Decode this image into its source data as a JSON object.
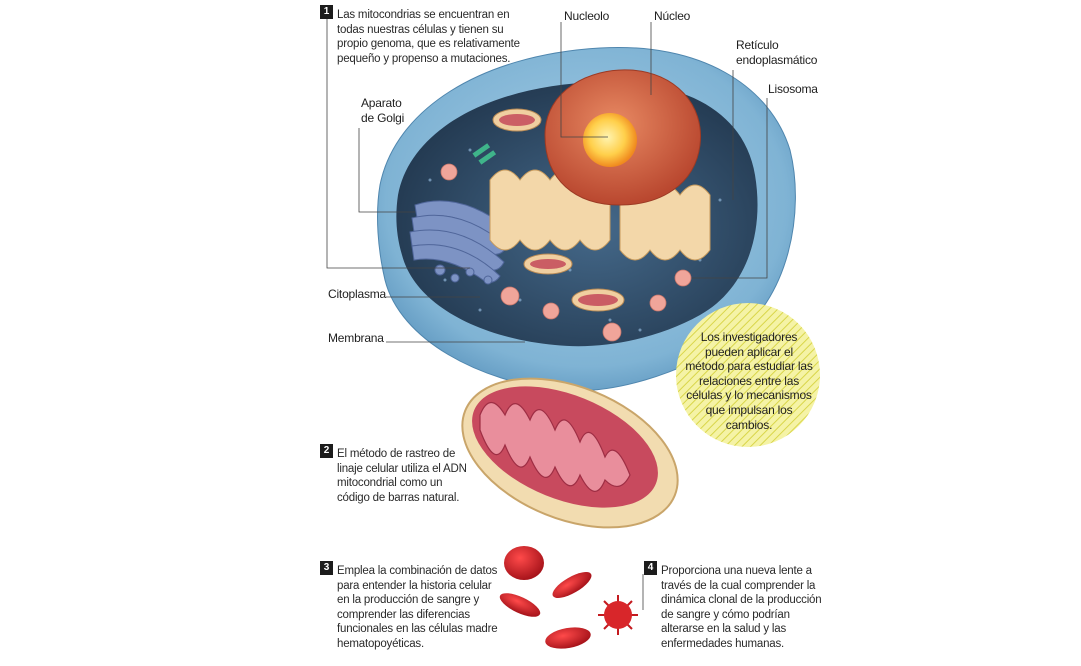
{
  "steps": [
    {
      "number": "1",
      "text_lines": [
        "Las mitocondrias se encuentran en",
        "todas nuestras células y tienen su",
        "propio genoma, que es relativamente",
        "pequeño y propenso a mutaciones."
      ]
    },
    {
      "number": "2",
      "text_lines": [
        "El método de rastreo de",
        "linaje celular utiliza el ADN",
        "mitocondrial como un",
        "código de barras natural."
      ]
    },
    {
      "number": "3",
      "text_lines": [
        "Emplea la combinación de datos",
        "para entender la historia celular",
        "en la producción de sangre y",
        "comprender las diferencias",
        "funcionales en las células madre",
        "hematopoyéticas."
      ]
    },
    {
      "number": "4",
      "text_lines": [
        "Proporciona una nueva lente a",
        "través de la cual comprender la",
        "dinámica clonal de la producción",
        "de sangre y cómo podrían",
        "alterarse en la salud y las",
        "enfermedades humanas."
      ]
    }
  ],
  "labels": {
    "nucleolo": "Nucleolo",
    "nucleo": "Núcleo",
    "reticulo": [
      "Retículo",
      "endoplasmático"
    ],
    "lisosoma": "Lisosoma",
    "golgi": [
      "Aparato",
      "de Golgi"
    ],
    "citoplasma": "Citoplasma",
    "membrana": "Membrana"
  },
  "note_lines": [
    "Los investigadores",
    "pueden aplicar el",
    "método para estudiar las",
    "relaciones entre las",
    "células y lo mecanismos",
    "que impulsan los",
    "cambios."
  ],
  "colors": {
    "membrane": "#7fb3d4",
    "cytoplasm": "#2e4a66",
    "nucleus": "#c9523b",
    "nucleolus": "#ffcf4a",
    "golgi": "#6f86b8",
    "mitochondrion": "#c44a5a",
    "red_cell": "#d11f26",
    "note_fill": "#f2f08c"
  }
}
